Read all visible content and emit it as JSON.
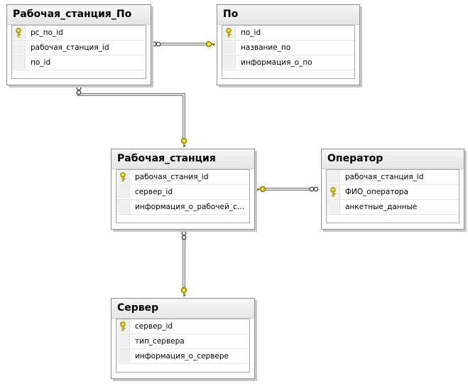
{
  "diagram": {
    "tables": [
      {
        "title": "Рабочая_станция_По",
        "columns": [
          {
            "name": "pc_по_id",
            "key": true
          },
          {
            "name": "рабочая_станция_id",
            "key": false
          },
          {
            "name": "по_id",
            "key": false
          }
        ]
      },
      {
        "title": "По",
        "columns": [
          {
            "name": "по_id",
            "key": true
          },
          {
            "name": "название_по",
            "key": false
          },
          {
            "name": "информация_о_по",
            "key": false
          }
        ]
      },
      {
        "title": "Рабочая_станция",
        "columns": [
          {
            "name": "рабочая_стания_id",
            "key": true
          },
          {
            "name": "сервер_id",
            "key": false
          },
          {
            "name": "информация_о_рабочей_ст...",
            "key": false
          }
        ]
      },
      {
        "title": "Оператор",
        "columns": [
          {
            "name": "рабочая_станция_id",
            "key": false
          },
          {
            "name": "ФИО_оператора",
            "key": true
          },
          {
            "name": "анкетные_данные",
            "key": false
          }
        ]
      },
      {
        "title": "Сервер",
        "columns": [
          {
            "name": "сервер_id",
            "key": true
          },
          {
            "name": "тип_сервера",
            "key": false
          },
          {
            "name": "информация_о_сервере",
            "key": false
          }
        ]
      }
    ],
    "relationships": [
      {
        "from": "Рабочая_станция_По",
        "to": "По"
      },
      {
        "from": "Рабочая_станция_По",
        "to": "Рабочая_станция"
      },
      {
        "from": "Оператор",
        "to": "Рабочая_станция"
      },
      {
        "from": "Рабочая_станция",
        "to": "Сервер"
      }
    ],
    "colors": {
      "connector": "#7a7a7a",
      "key_icon": "#e8d000",
      "header_bg": "#ececec",
      "border": "#8c8c8c"
    },
    "icons": {
      "primary_key": "key-icon",
      "one_end": "key-endpoint-icon",
      "many_end": "infinity-endpoint-icon"
    }
  }
}
